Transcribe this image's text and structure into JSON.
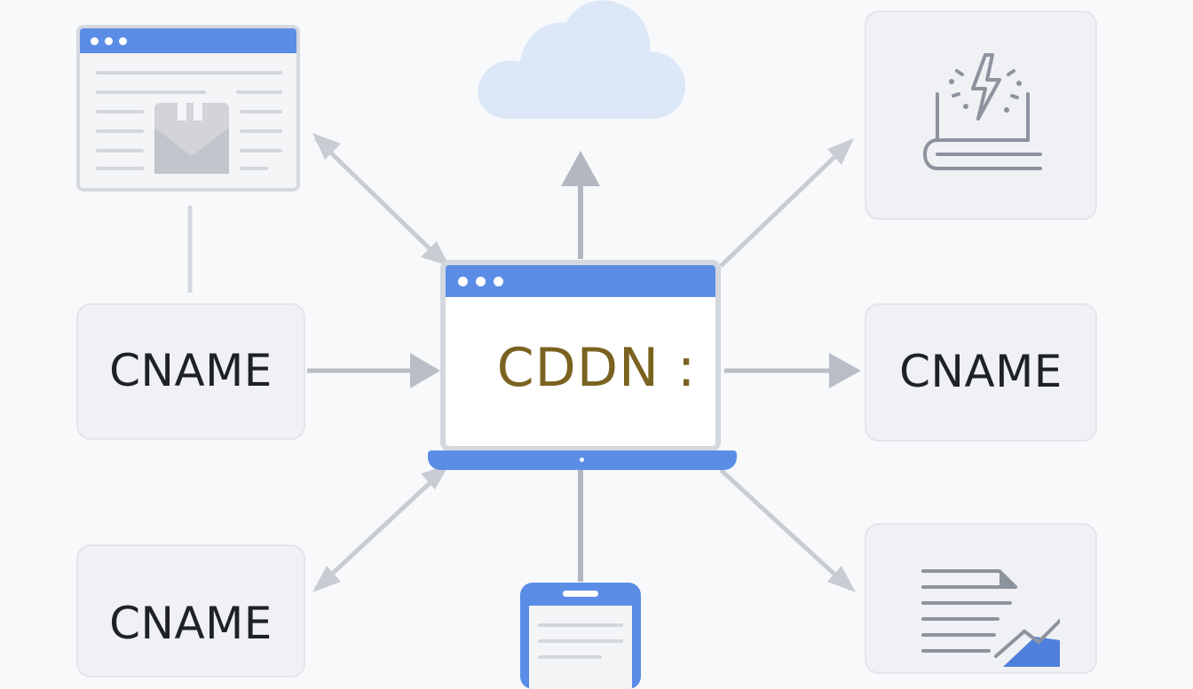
{
  "diagram": {
    "center": {
      "title": "CDDN :"
    },
    "left_nodes": [
      {
        "label": "CNAME"
      },
      {
        "label": "CNAME"
      }
    ],
    "right_node": {
      "label": "CNAME"
    },
    "icons": {
      "cloud": "cloud-icon",
      "web_page": "web-page-icon",
      "fast_delivery": "lightning-book-icon",
      "document_chart": "document-chart-icon",
      "mobile": "mobile-phone-icon"
    },
    "colors": {
      "accent_blue": "#5b8de6",
      "cloud_blue": "#dce7f8",
      "title_gold": "#7a6320",
      "connector_gray": "#b9bdc6",
      "card_bg": "#f0f1f4"
    }
  }
}
